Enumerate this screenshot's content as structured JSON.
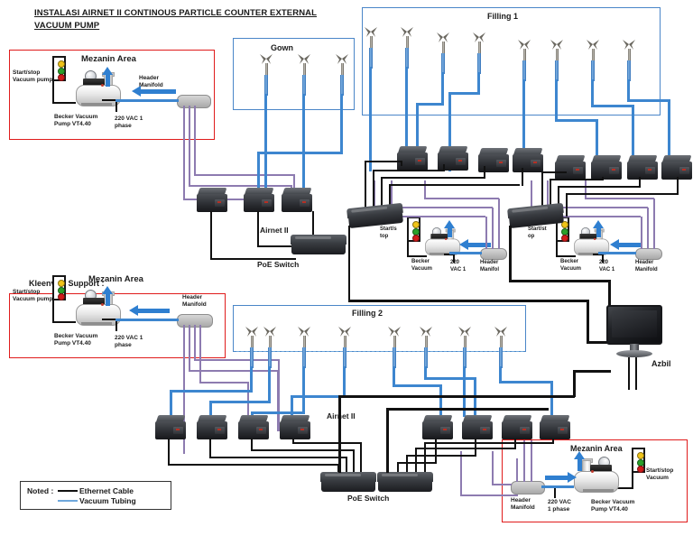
{
  "title": "INSTALASI AIRNET II  CONTINOUS PARTICLE COUNTER EXTERNAL VACUUM PUMP",
  "support_note": "Kleenviro Support :",
  "rooms": [
    {
      "name": "Gown",
      "label": "Gown",
      "probe_count": 3
    },
    {
      "name": "Filling 1",
      "label": "Filling 1",
      "probe_count": 8
    },
    {
      "name": "Filling 2",
      "label": "Filling 2",
      "probe_count": 8
    }
  ],
  "mezanin_top": {
    "area_label": "Mezanin Area",
    "control_label": "Start/stop\nVacuum pump",
    "pump_label": "Becker Vacuum\nPump VT4.40",
    "power_label": "220 VAC 1\nphase",
    "manifold_label": "Header\nManifold"
  },
  "mezanin_left": {
    "area_label": "Mezanin Area",
    "control_label": "Start/stop\nVacuum pump",
    "pump_label": "Becker Vacuum\nPump VT4.40",
    "power_label": "220 VAC 1\nphase",
    "manifold_label": "Header\nManifold"
  },
  "mezanin_bottom": {
    "area_label": "Mezanin Area",
    "control_label": "Start/stop\nVacuum",
    "pump_label": "Becker Vacuum\nPump VT4.40",
    "power_label": "220 VAC\n1 phase",
    "manifold_label": "Header\nManifold"
  },
  "pump_units": [
    {
      "control_label": "Start/s\ntop",
      "pump_label": "Becker\nVacuum",
      "power_label": "220\nVAC 1",
      "manifold_label": "Header\nManifol"
    },
    {
      "control_label": "Start/st\nop",
      "pump_label": "Becker\nVacuum",
      "power_label": "220\nVAC 1",
      "manifold_label": "Header\nManifold"
    }
  ],
  "device_labels": {
    "sensor": "Airnet II",
    "switch": "PoE Switch",
    "monitor": "Azbil"
  },
  "legend": {
    "title": "Noted :",
    "items": [
      {
        "label": "Ethernet Cable",
        "color": "#111111"
      },
      {
        "label": "Vacuum Tubing",
        "color": "#6fa8dc"
      }
    ]
  },
  "colors": {
    "room_border": "#4a86c8",
    "zone_border": "#e01b1b",
    "ethernet": "#111111",
    "vacuum": "#3d86cf",
    "purple_tube": "#8d7bb0",
    "indicator_yellow": "#f0c419",
    "indicator_green": "#2aa02a",
    "indicator_red": "#d11b1b"
  }
}
